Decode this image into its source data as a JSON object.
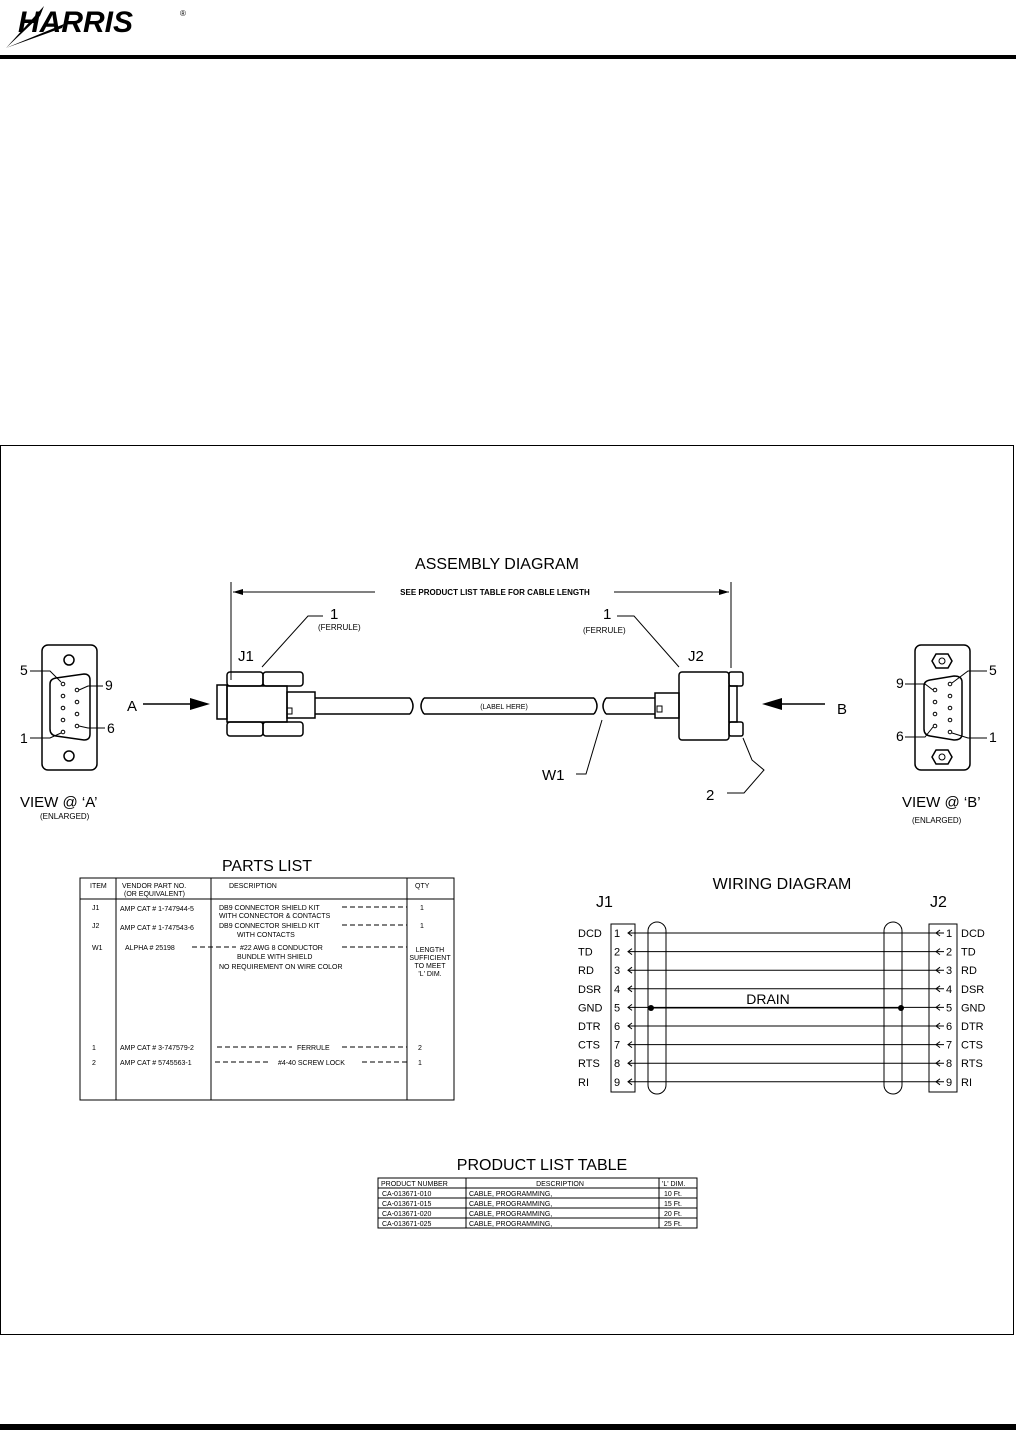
{
  "header": {
    "logo_text": "HARRIS",
    "logo_mark": "®"
  },
  "assembly": {
    "title": "ASSEMBLY DIAGRAM",
    "cable_length_note": "SEE PRODUCT LIST TABLE FOR CABLE LENGTH",
    "j1": "J1",
    "j2": "J2",
    "callout1_left": "1",
    "ferrule_left": "(FERRULE)",
    "callout1_right": "1",
    "ferrule_right": "(FERRULE)",
    "label_here": "(LABEL HERE)",
    "w1": "W1",
    "callout2": "2",
    "arrow_a": "A",
    "arrow_b": "B",
    "view_a": "VIEW @ ‘A’",
    "view_a_sub": "(ENLARGED)",
    "view_b": "VIEW @ ‘B’",
    "view_b_sub": "(ENLARGED)",
    "pins_a": [
      "5",
      "9",
      "1",
      "6"
    ],
    "pins_b": [
      "9",
      "5",
      "6",
      "1"
    ]
  },
  "parts_list": {
    "title": "PARTS LIST",
    "headers": [
      "ITEM",
      "VENDOR PART NO.",
      "(OR EQUIVALENT)",
      "DESCRIPTION",
      "QTY"
    ],
    "rows": [
      {
        "item": "J1",
        "vendor": "AMP CAT # 1-747944-5",
        "desc": [
          "DB9 CONNECTOR SHIELD KIT",
          "WITH CONNECTOR & CONTACTS"
        ],
        "qty": [
          "1"
        ]
      },
      {
        "item": "J2",
        "vendor": "AMP CAT # 1-747543-6",
        "desc": [
          "DB9 CONNECTOR SHIELD KIT",
          "WITH CONTACTS"
        ],
        "qty": [
          "1"
        ]
      },
      {
        "item": "W1",
        "vendor": "ALPHA # 25198",
        "desc": [
          "#22 AWG 8 CONDUCTOR",
          "BUNDLE WITH SHIELD",
          "NO REQUIREMENT ON WIRE COLOR"
        ],
        "qty": [
          "LENGTH",
          "SUFFICIENT",
          "TO MEET",
          "'L' DIM."
        ]
      },
      {
        "item": "1",
        "vendor": "AMP CAT # 3-747579-2",
        "desc": [
          "FERRULE"
        ],
        "qty": [
          "2"
        ]
      },
      {
        "item": "2",
        "vendor": "AMP CAT # 5745563-1",
        "desc": [
          "#4-40 SCREW LOCK"
        ],
        "qty": [
          "1"
        ]
      }
    ]
  },
  "wiring": {
    "title": "WIRING DIAGRAM",
    "j1": "J1",
    "j2": "J2",
    "drain": "DRAIN",
    "signals": [
      "DCD",
      "TD",
      "RD",
      "DSR",
      "GND",
      "DTR",
      "CTS",
      "RTS",
      "RI"
    ],
    "pins": [
      "1",
      "2",
      "3",
      "4",
      "5",
      "6",
      "7",
      "8",
      "9"
    ]
  },
  "product_table": {
    "title": "PRODUCT LIST TABLE",
    "headers": [
      "PRODUCT NUMBER",
      "DESCRIPTION",
      "'L' DIM."
    ],
    "rows": [
      [
        "CA-013671-010",
        "CABLE, PROGRAMMING,",
        "10 Ft."
      ],
      [
        "CA-013671-015",
        "CABLE, PROGRAMMING,",
        "15 Ft."
      ],
      [
        "CA-013671-020",
        "CABLE, PROGRAMMING,",
        "20 Ft."
      ],
      [
        "CA-013671-025",
        "CABLE, PROGRAMMING,",
        "25 Ft."
      ]
    ]
  }
}
